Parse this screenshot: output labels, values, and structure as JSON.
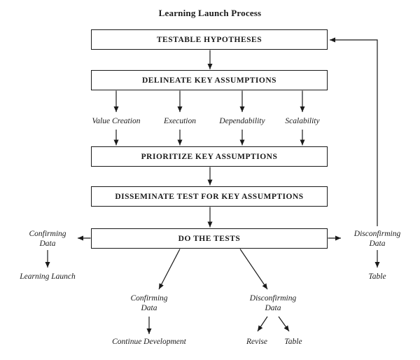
{
  "title": "Learning Launch Process",
  "boxes": {
    "testable_hypotheses": "TESTABLE HYPOTHESES",
    "delineate_key_assumptions": "DELINEATE KEY ASSUMPTIONS",
    "prioritize_key_assumptions": "PRIORITIZE KEY ASSUMPTIONS",
    "disseminate_test_for_key_assumptions": "DISSEMINATE TEST FOR KEY ASSUMPTIONS",
    "do_the_tests": "DO THE TESTS"
  },
  "assumption_categories": [
    "Value Creation",
    "Execution",
    "Dependability",
    "Scalability"
  ],
  "outcomes": {
    "left": {
      "label": "Confirming\nData",
      "result": "Learning Launch"
    },
    "right": {
      "label": "Disconfirming\nData",
      "result": "Table"
    },
    "bottom_confirming": {
      "label": "Confirming\nData",
      "result": "Continue Development"
    },
    "bottom_disconfirming": {
      "label": "Disconfirming\nData",
      "results": [
        "Revise",
        "Table"
      ]
    }
  },
  "colors": {
    "line": "#1a1a1a",
    "text": "#1a1a1a",
    "background": "#ffffff"
  }
}
